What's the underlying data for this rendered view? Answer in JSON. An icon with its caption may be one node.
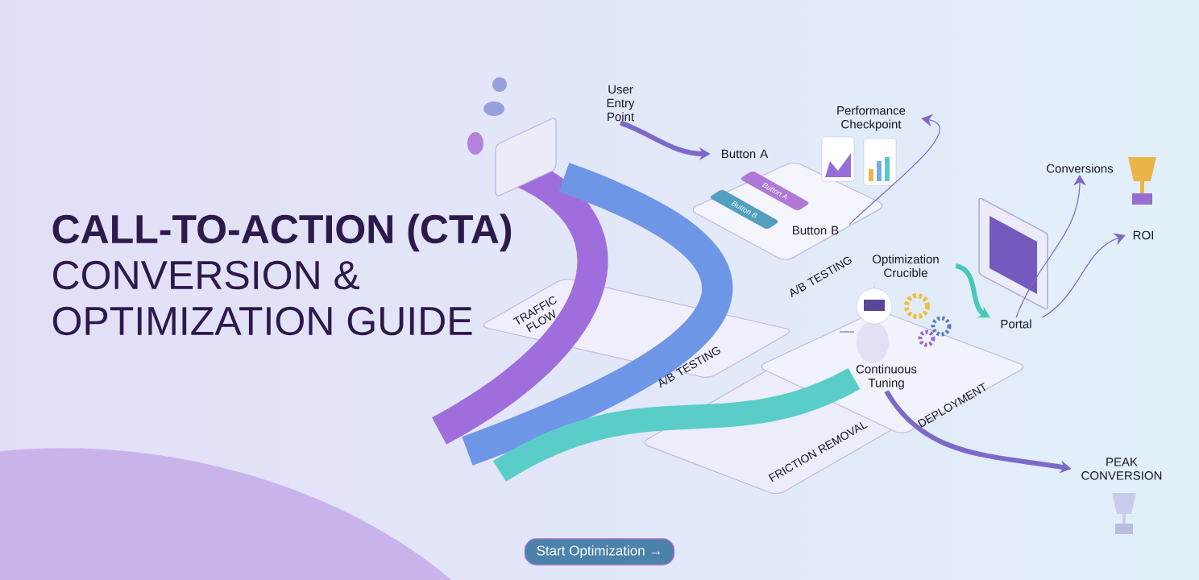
{
  "diagram": {
    "title": "**CALL-TO-ACTION (CTA)** CONVERSION & OPTIMIZATION GUIDE",
    "nodes": [
      {
        "text": [
          "User Entry Point"
        ]
      },
      {
        "text": [
          "Button A"
        ]
      },
      {
        "text": [
          "Button B"
        ]
      },
      {
        "text": [
          "Performance Checkpoint"
        ]
      },
      {
        "text": [
          "Optimization Crucible"
        ]
      },
      {
        "text": [
          "Continuous Tuning"
        ]
      },
      {
        "text": [
          "Portal"
        ]
      },
      {
        "text": [
          "Conversions"
        ]
      },
      {
        "text": [
          "ROI"
        ]
      },
      {
        "text": [
          "PEAK CONVERSION"
        ]
      }
    ],
    "edges": [
      {
        "from": 0,
        "to": 1,
        "arrow": "to",
        "style": "thick"
      },
      {
        "from": 2,
        "to": 3,
        "arrow": "to"
      },
      {
        "from": 4,
        "to": 6,
        "arrow": "to",
        "style": "thick",
        "color": "#46c9b8"
      },
      {
        "from": 6,
        "to": 7,
        "arrow": "to"
      },
      {
        "from": 6,
        "to": 8,
        "arrow": "to"
      },
      {
        "from": 5,
        "to": 9,
        "arrow": "to",
        "style": "thick"
      }
    ],
    "labels": [
      "Button A",
      "Button B",
      "TRAFFIC FLOW",
      "A/B TESTING",
      "A/B TESTING",
      "FRICTION REMOVAL",
      "DEPLOYMENT",
      "Start Optimization →"
    ]
  }
}
